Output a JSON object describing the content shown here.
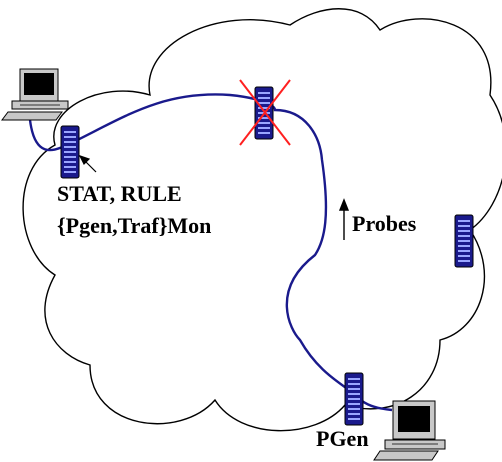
{
  "labels": {
    "monitor_roles_line1": "STAT, RULE",
    "monitor_roles_line2": "{Pgen,Traf}Mon",
    "probes": "Probes",
    "pgen": "PGen"
  },
  "colors": {
    "cloud_outline": "#000000",
    "path_line": "#1a1a8c",
    "router_body": "#1a1a8c",
    "router_light": "#9aa6ff",
    "failure_cross": "#ff2020",
    "computer_case": "#c8c8c8"
  },
  "icons": {
    "router": "router-icon",
    "computer": "computer-icon",
    "failure": "red-x-icon"
  }
}
